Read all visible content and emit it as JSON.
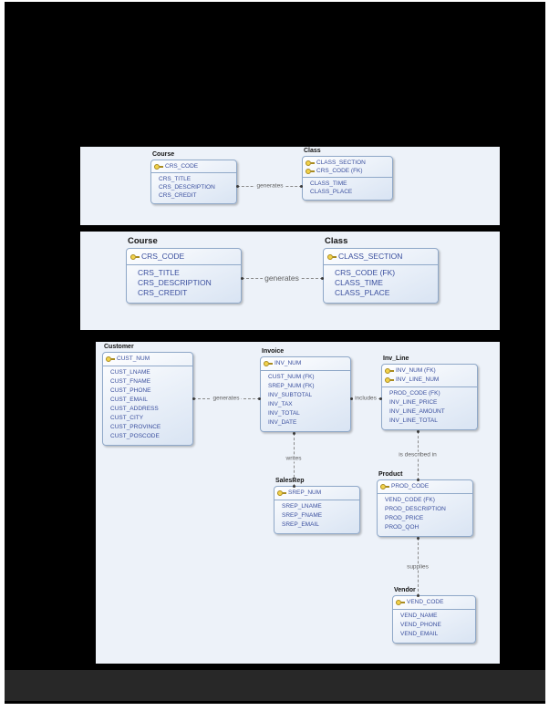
{
  "diagram1": {
    "entities": {
      "course": {
        "title": "Course",
        "keys": [
          "CRS_CODE"
        ],
        "attributes": [
          "CRS_TITLE",
          "CRS_DESCRIPTION",
          "CRS_CREDIT"
        ]
      },
      "class": {
        "title": "Class",
        "keys": [
          "CLASS_SECTION",
          "CRS_CODE (FK)"
        ],
        "attributes": [
          "CLASS_TIME",
          "CLASS_PLACE"
        ]
      }
    },
    "relationships": {
      "generates": "generates"
    }
  },
  "diagram2": {
    "entities": {
      "course": {
        "title": "Course",
        "keys": [
          "CRS_CODE"
        ],
        "attributes": [
          "CRS_TITLE",
          "CRS_DESCRIPTION",
          "CRS_CREDIT"
        ]
      },
      "class": {
        "title": "Class",
        "keys": [
          "CLASS_SECTION"
        ],
        "attributes": [
          "CRS_CODE (FK)",
          "CLASS_TIME",
          "CLASS_PLACE"
        ]
      }
    },
    "relationships": {
      "generates": "generates"
    }
  },
  "diagram3": {
    "entities": {
      "customer": {
        "title": "Customer",
        "keys": [
          "CUST_NUM"
        ],
        "attributes": [
          "CUST_LNAME",
          "CUST_FNAME",
          "CUST_PHONE",
          "CUST_EMAIL",
          "CUST_ADDRESS",
          "CUST_CITY",
          "CUST_PROVINCE",
          "CUST_POSCODE"
        ]
      },
      "invoice": {
        "title": "Invoice",
        "keys": [
          "INV_NUM"
        ],
        "attributes": [
          "CUST_NUM (FK)",
          "SREP_NUM (FK)",
          "INV_SUBTOTAL",
          "INV_TAX",
          "INV_TOTAL",
          "INV_DATE"
        ]
      },
      "inv_line": {
        "title": "Inv_Line",
        "keys": [
          "INV_NUM (FK)",
          "INV_LINE_NUM"
        ],
        "attributes": [
          "PROD_CODE (FK)",
          "INV_LINE_PRICE",
          "INV_LINE_AMOUNT",
          "INV_LINE_TOTAL"
        ]
      },
      "salesrep": {
        "title": "SalesRep",
        "keys": [
          "SREP_NUM"
        ],
        "attributes": [
          "SREP_LNAME",
          "SREP_FNAME",
          "SREP_EMAIL"
        ]
      },
      "product": {
        "title": "Product",
        "keys": [
          "PROD_CODE"
        ],
        "attributes": [
          "VEND_CODE (FK)",
          "PROD_DESCRIPTION",
          "PROD_PRICE",
          "PROD_QOH"
        ]
      },
      "vendor": {
        "title": "Vendor",
        "keys": [
          "VEND_CODE"
        ],
        "attributes": [
          "VEND_NAME",
          "VEND_PHONE",
          "VEND_EMAIL"
        ]
      }
    },
    "relationships": {
      "generates": "generates",
      "includes": "includes",
      "writes": "writes",
      "described": "is described in",
      "supplies": "supplies"
    }
  }
}
